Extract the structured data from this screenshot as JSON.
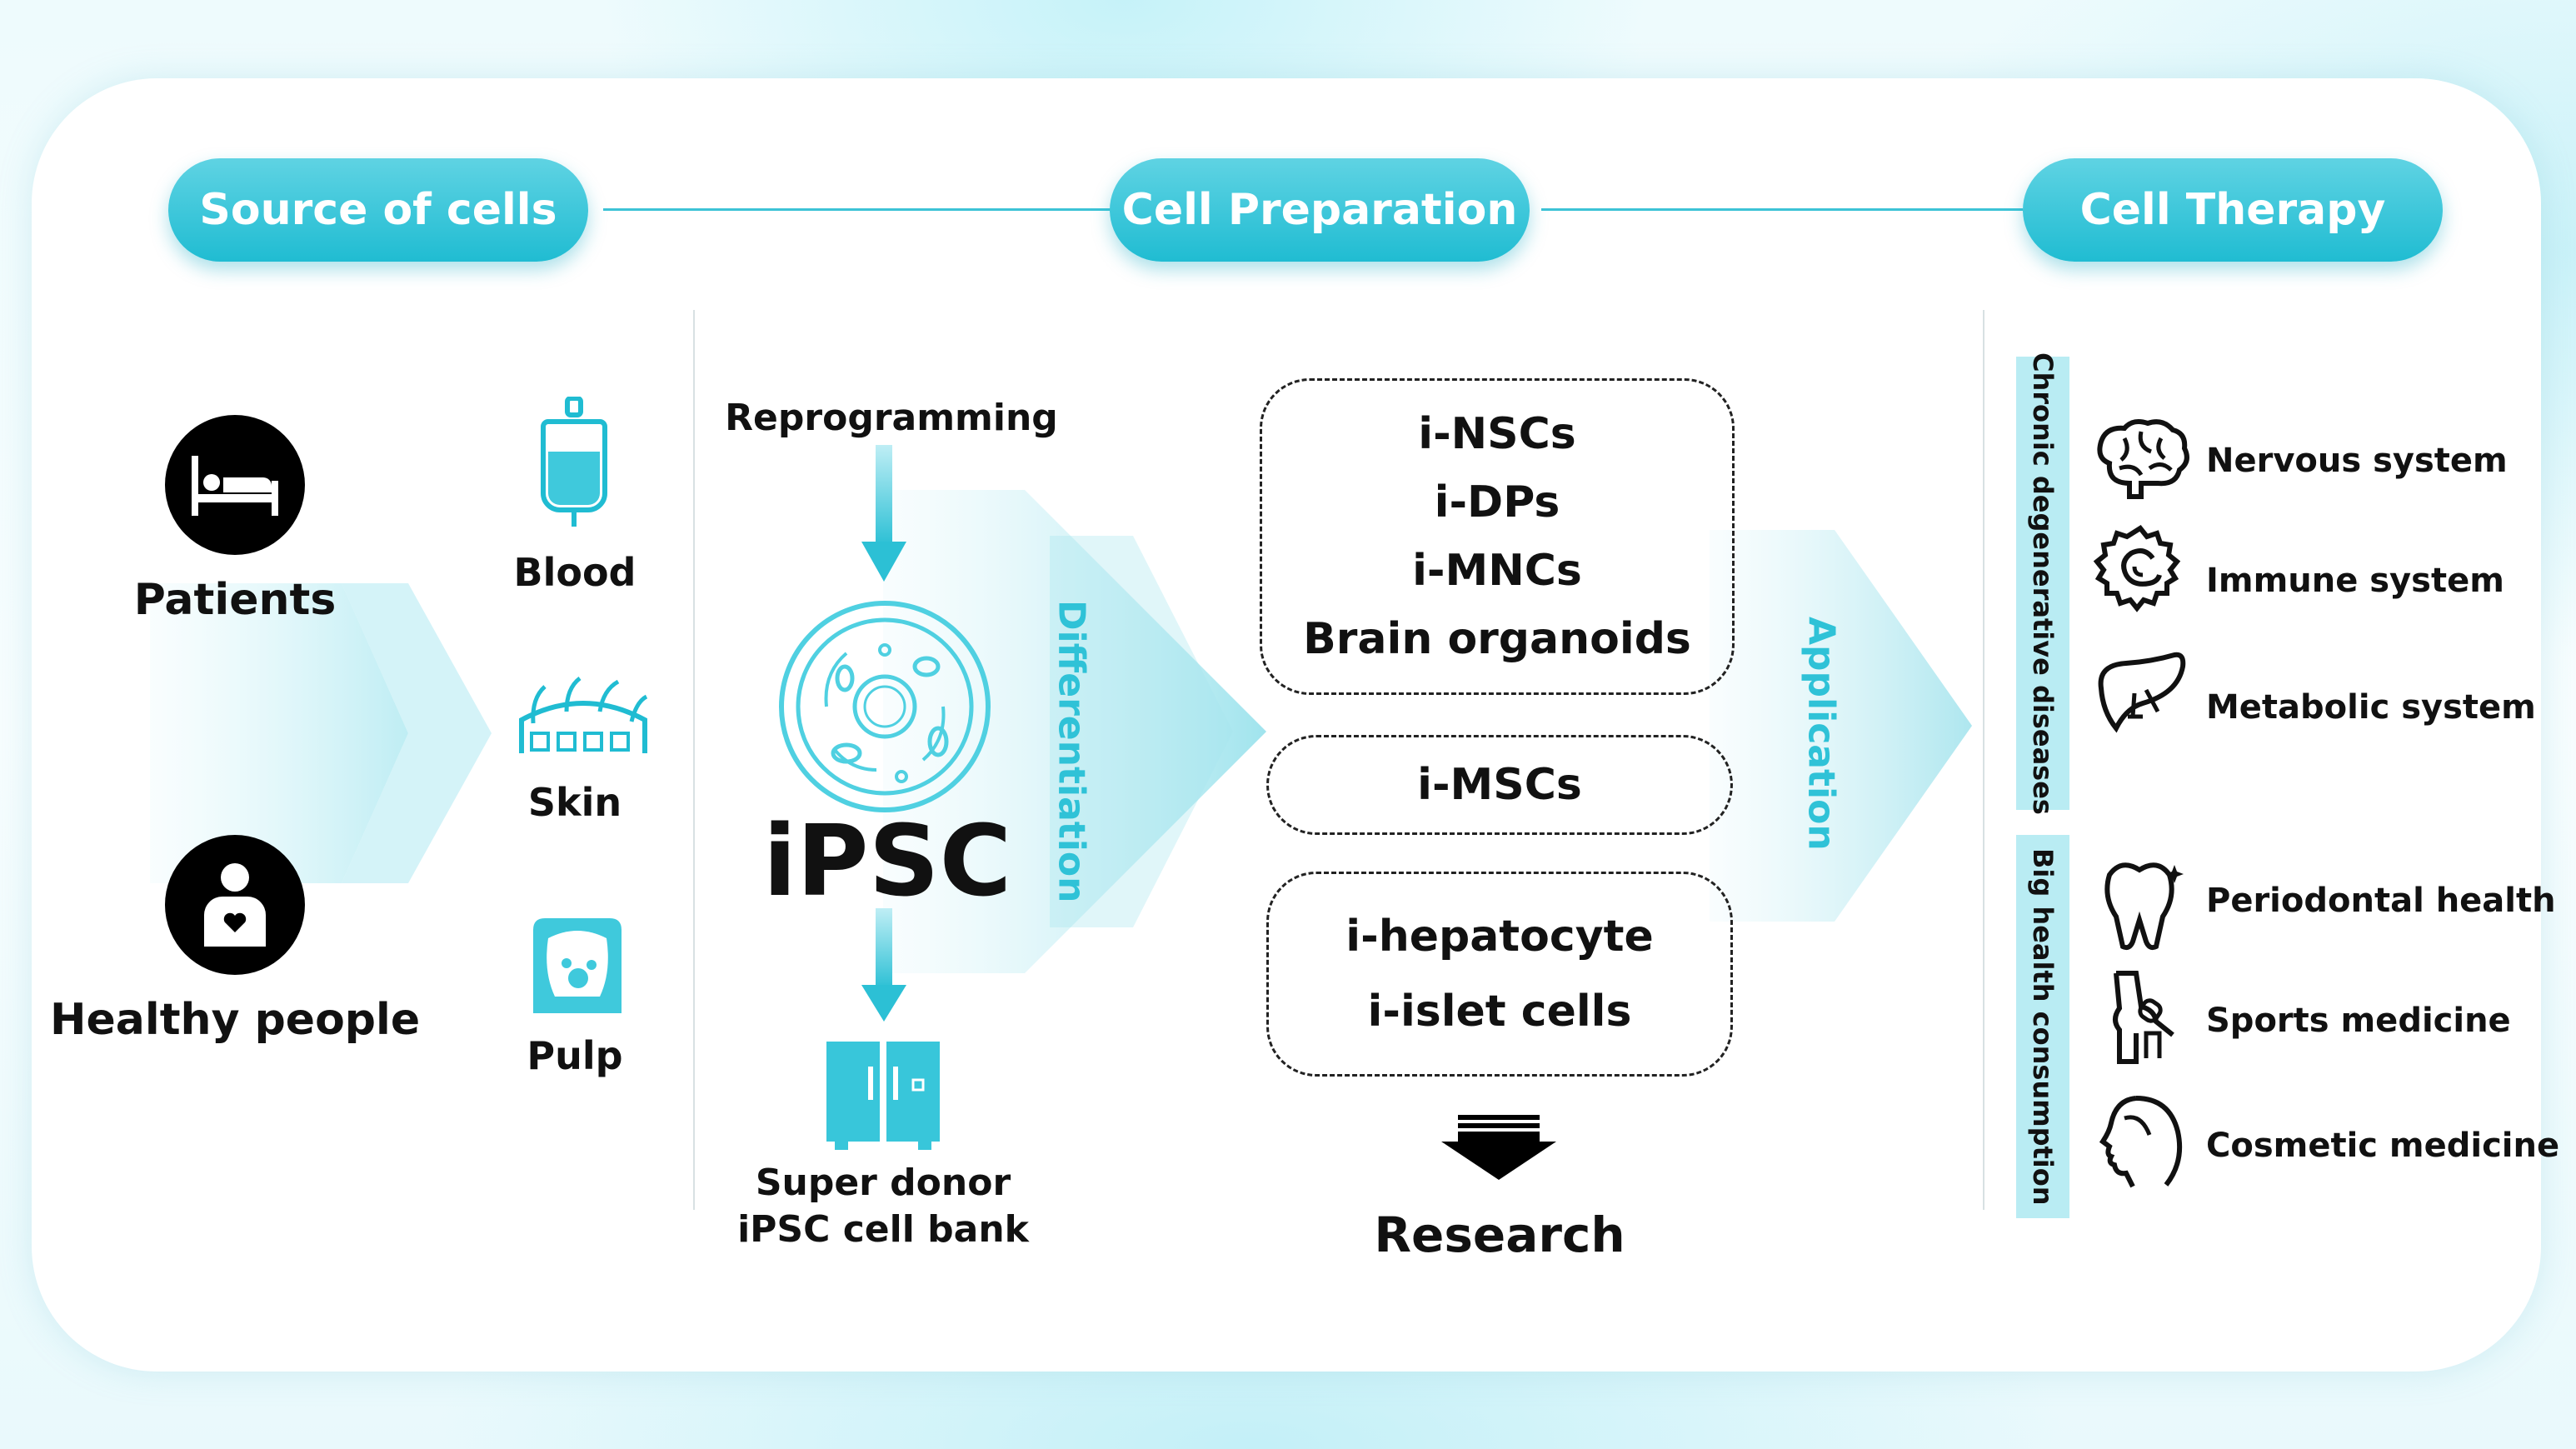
{
  "headers": {
    "source": "Source of cells",
    "preparation": "Cell Preparation",
    "therapy": "Cell Therapy"
  },
  "sources": {
    "patients": "Patients",
    "healthy": "Healthy people",
    "blood": "Blood",
    "skin": "Skin",
    "pulp": "Pulp"
  },
  "preparation": {
    "reprogramming": "Reprogramming",
    "ipsc": "iPSC",
    "differentiation": "Differentiation",
    "bank_line1": "Super donor",
    "bank_line2": "iPSC cell bank",
    "group1": [
      "i-NSCs",
      "i-DPs",
      "i-MNCs",
      "Brain organoids"
    ],
    "group2": [
      "i-MSCs"
    ],
    "group3": [
      "i-hepatocyte",
      "i-islet cells"
    ],
    "application": "Application",
    "research": "Research"
  },
  "therapy": {
    "category1": "Chronic degenerative diseases",
    "category2": "Big health consumption",
    "items": [
      {
        "label": "Nervous system",
        "icon": "brain-icon"
      },
      {
        "label": "Immune system",
        "icon": "immune-icon"
      },
      {
        "label": "Metabolic system",
        "icon": "liver-icon"
      },
      {
        "label": "Periodontal health",
        "icon": "tooth-icon"
      },
      {
        "label": "Sports medicine",
        "icon": "knee-icon"
      },
      {
        "label": "Cosmetic medicine",
        "icon": "face-icon"
      }
    ]
  },
  "colors": {
    "accent": "#20bcd2",
    "accent_light": "#b9ecf3",
    "text": "#111111"
  }
}
